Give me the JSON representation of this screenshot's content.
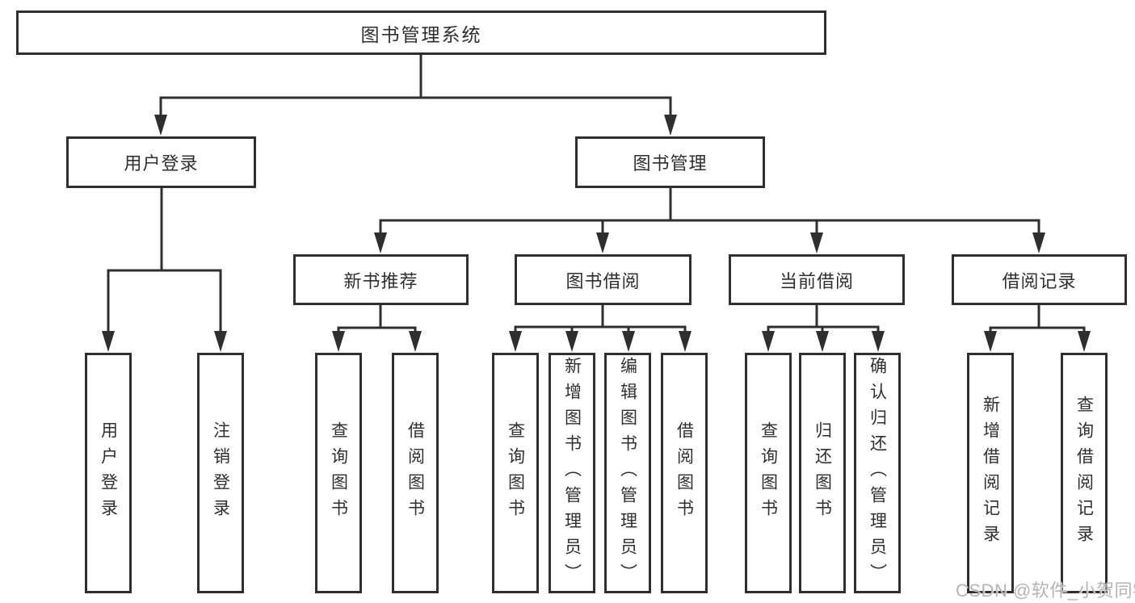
{
  "tree": {
    "label": "图书管理系统",
    "children": [
      {
        "label": "用户登录",
        "children": [
          {
            "label": "用户登录"
          },
          {
            "label": "注销登录"
          }
        ]
      },
      {
        "label": "图书管理",
        "children": [
          {
            "label": "新书推荐",
            "children": [
              {
                "label": "查询图书"
              },
              {
                "label": "借阅图书"
              }
            ]
          },
          {
            "label": "图书借阅",
            "children": [
              {
                "label": "查询图书"
              },
              {
                "label": "新增图书（管理员）"
              },
              {
                "label": "编辑图书（管理员）"
              },
              {
                "label": "借阅图书"
              }
            ]
          },
          {
            "label": "当前借阅",
            "children": [
              {
                "label": "查询图书"
              },
              {
                "label": "归还图书"
              },
              {
                "label": "确认归还（管理员）"
              }
            ]
          },
          {
            "label": "借阅记录",
            "children": [
              {
                "label": "新增借阅记录"
              },
              {
                "label": "查询借阅记录"
              }
            ]
          }
        ]
      }
    ]
  },
  "watermark": {
    "text": "CSDN @软件_小贺同学"
  },
  "colors": {
    "line": "#2f2f2f",
    "text": "#2f2f2f",
    "watermark": "#b4b4b4",
    "background": "#ffffff"
  }
}
